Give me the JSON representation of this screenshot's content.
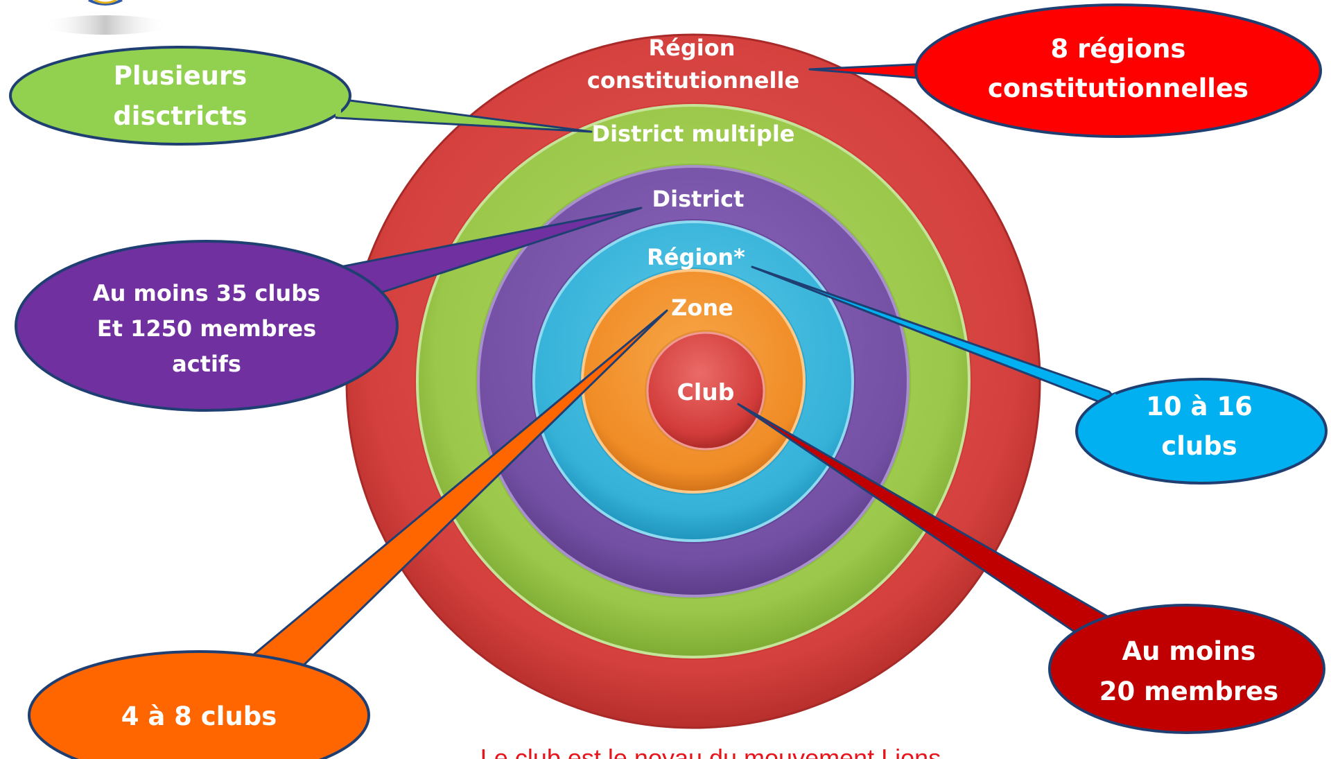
{
  "rings": {
    "region_constitutionnelle": {
      "line1": "Région",
      "line2": "constitutionnelle",
      "color": "#d9413f"
    },
    "district_multiple": {
      "label": "District multiple",
      "color": "#9bc84a"
    },
    "district": {
      "label": "District",
      "color": "#7b55ab"
    },
    "region": {
      "label": "Région*",
      "color": "#3db8dc"
    },
    "zone": {
      "label": "Zone",
      "color": "#f08a25"
    },
    "club": {
      "label": "Club",
      "color": "#d53a3a"
    }
  },
  "callouts": {
    "regions_constitutionnelles": {
      "line1": "8 régions",
      "line2": "constitutionnelles",
      "color": "#ff0000",
      "text_color": "#ffffff"
    },
    "plusieurs_districts": {
      "line1": "Plusieurs",
      "line2": "disctricts",
      "color": "#92d050",
      "text_color": "#ffffff"
    },
    "district_min": {
      "line1": "Au moins 35 clubs",
      "line2": "Et 1250 membres",
      "line3": "actifs",
      "color": "#7030a0",
      "text_color": "#ffffff"
    },
    "region_clubs": {
      "line1": "10 à 16",
      "line2": "clubs",
      "color": "#00b0f0",
      "text_color": "#ffffff"
    },
    "club_min": {
      "line1": "Au moins",
      "line2": "20 membres",
      "color": "#c00000",
      "text_color": "#ffffff"
    },
    "zone_clubs": {
      "line1": "4 à 8 clubs",
      "color": "#ff6600",
      "text_color": "#ffffff"
    }
  },
  "caption": "Le club est le noyau du mouvement Lions"
}
